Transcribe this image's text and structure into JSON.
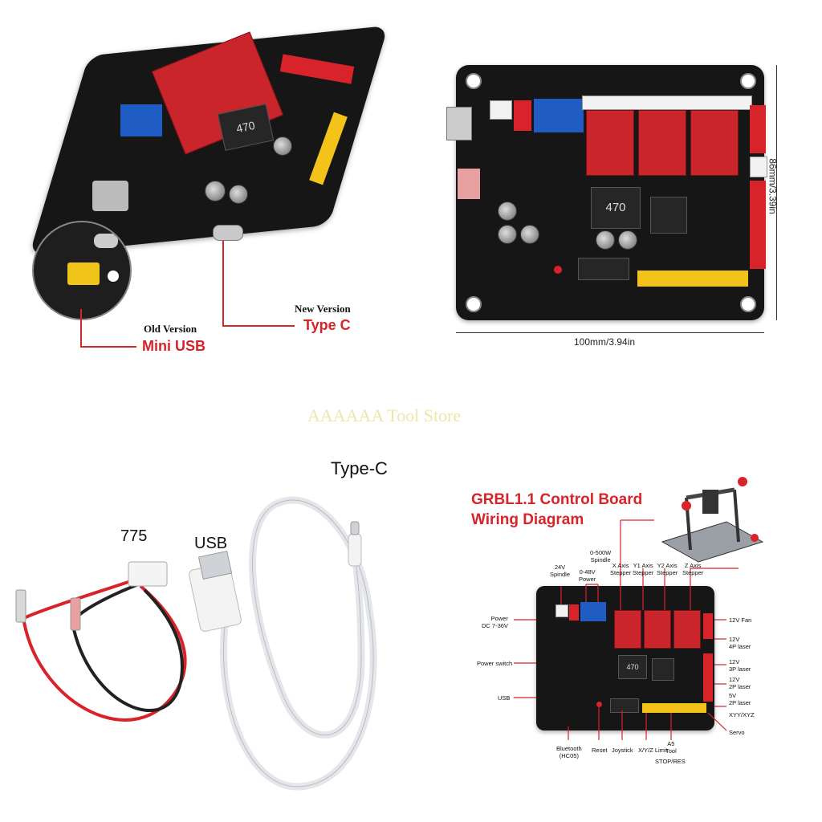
{
  "top_left": {
    "old_version_label": "Old Version",
    "old_version_port": "Mini USB",
    "new_version_label": "New Version",
    "new_version_port": "Type C",
    "inductor_marking": "470"
  },
  "top_right": {
    "width_label": "100mm/3.94in",
    "height_label": "86mm/3.39in",
    "inductor_marking": "470"
  },
  "watermark": "AAAAAA Tool Store",
  "cables": {
    "label_775": "775",
    "label_usb": "USB",
    "label_typec": "Type-C"
  },
  "wiring": {
    "title_line1": "GRBL1.1 Control Board",
    "title_line2": "Wiring Diagram",
    "inductor_marking": "470",
    "labels": {
      "spindle_24v": [
        "24V",
        "Spindle"
      ],
      "power_0_48v": [
        "0-48V",
        "Power"
      ],
      "spindle_500w": [
        "0-500W",
        "Spindle"
      ],
      "x_axis": [
        "X Axis",
        "Stepper"
      ],
      "y1_axis": [
        "Y1  Axis",
        "Stepper"
      ],
      "y2_axis": [
        "Y2 Axis",
        "Stepper"
      ],
      "z_axis": [
        "Z Axis",
        "Stepper"
      ],
      "power_dc": [
        "Power",
        "DC 7-36V"
      ],
      "power_switch": "Power switch",
      "usb": "USB",
      "fan_12v": "12V Fan",
      "laser_4p": [
        "12V",
        "4P laser"
      ],
      "laser_3p": [
        "12V",
        "3P laser"
      ],
      "laser_2p_12v": [
        "12V",
        "2P laser"
      ],
      "laser_2p_5v": [
        "5V",
        "2P laser"
      ],
      "xyy_xyz": "XYY/XYZ",
      "servo": "Servo",
      "a5_tool": [
        "A5",
        "Tool"
      ],
      "bluetooth": [
        "Bluetooth",
        "(HC05)"
      ],
      "reset": "Reset",
      "joystick": "Joystick",
      "xyz_limit": "X/Y/Z Limit",
      "stop_res": "STOP/RES"
    }
  },
  "colors": {
    "accent_red": "#d8232a",
    "board_black": "#161616",
    "watermark_yellow": "#efe6a6"
  }
}
